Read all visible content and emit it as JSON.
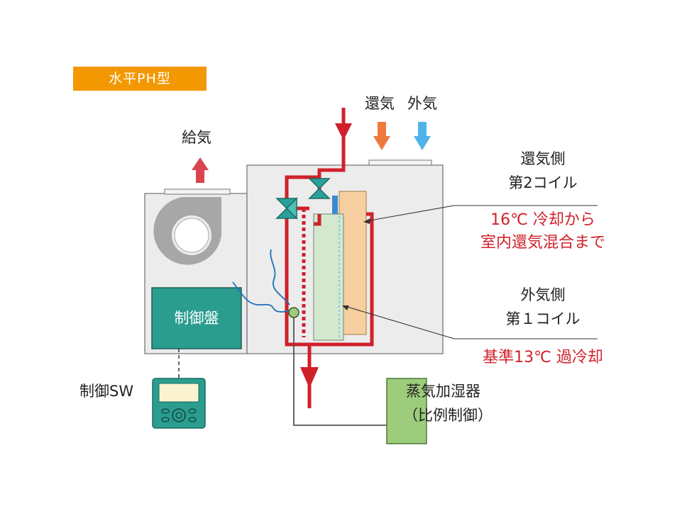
{
  "badge": {
    "label": "水平PH型"
  },
  "labels": {
    "supply_air": "給気",
    "return_air": "還気",
    "outside_air": "外気",
    "control_panel": "制御盤",
    "control_switch": "制御SW"
  },
  "coil2": {
    "title_line1": "還気側",
    "title_line2": "第2コイル",
    "note_line1": "16℃ 冷却から",
    "note_line2": "室内還気混合まで"
  },
  "coil1": {
    "title_line1": "外気側",
    "title_line2": "第１コイル",
    "note": "基準13℃ 過冷却"
  },
  "humidifier": {
    "line1": "蒸気加湿器",
    "line2": "（比例制御）"
  },
  "colors": {
    "badge": "#f39800",
    "pipe_red": "#d0212b",
    "return_arrow": "#ec7a3c",
    "outside_arrow": "#4fb3e8",
    "supply_arrow": "#d9454f",
    "panel_teal": "#2a9d8f",
    "valve_teal": "#2aa198",
    "coil2_fill": "#f7cfa0",
    "coil1_fill": "#d4e8d0",
    "humidifier_fill": "#9ccc7c",
    "sensor_wire": "#1f6fb5",
    "housing": "#ececec"
  }
}
